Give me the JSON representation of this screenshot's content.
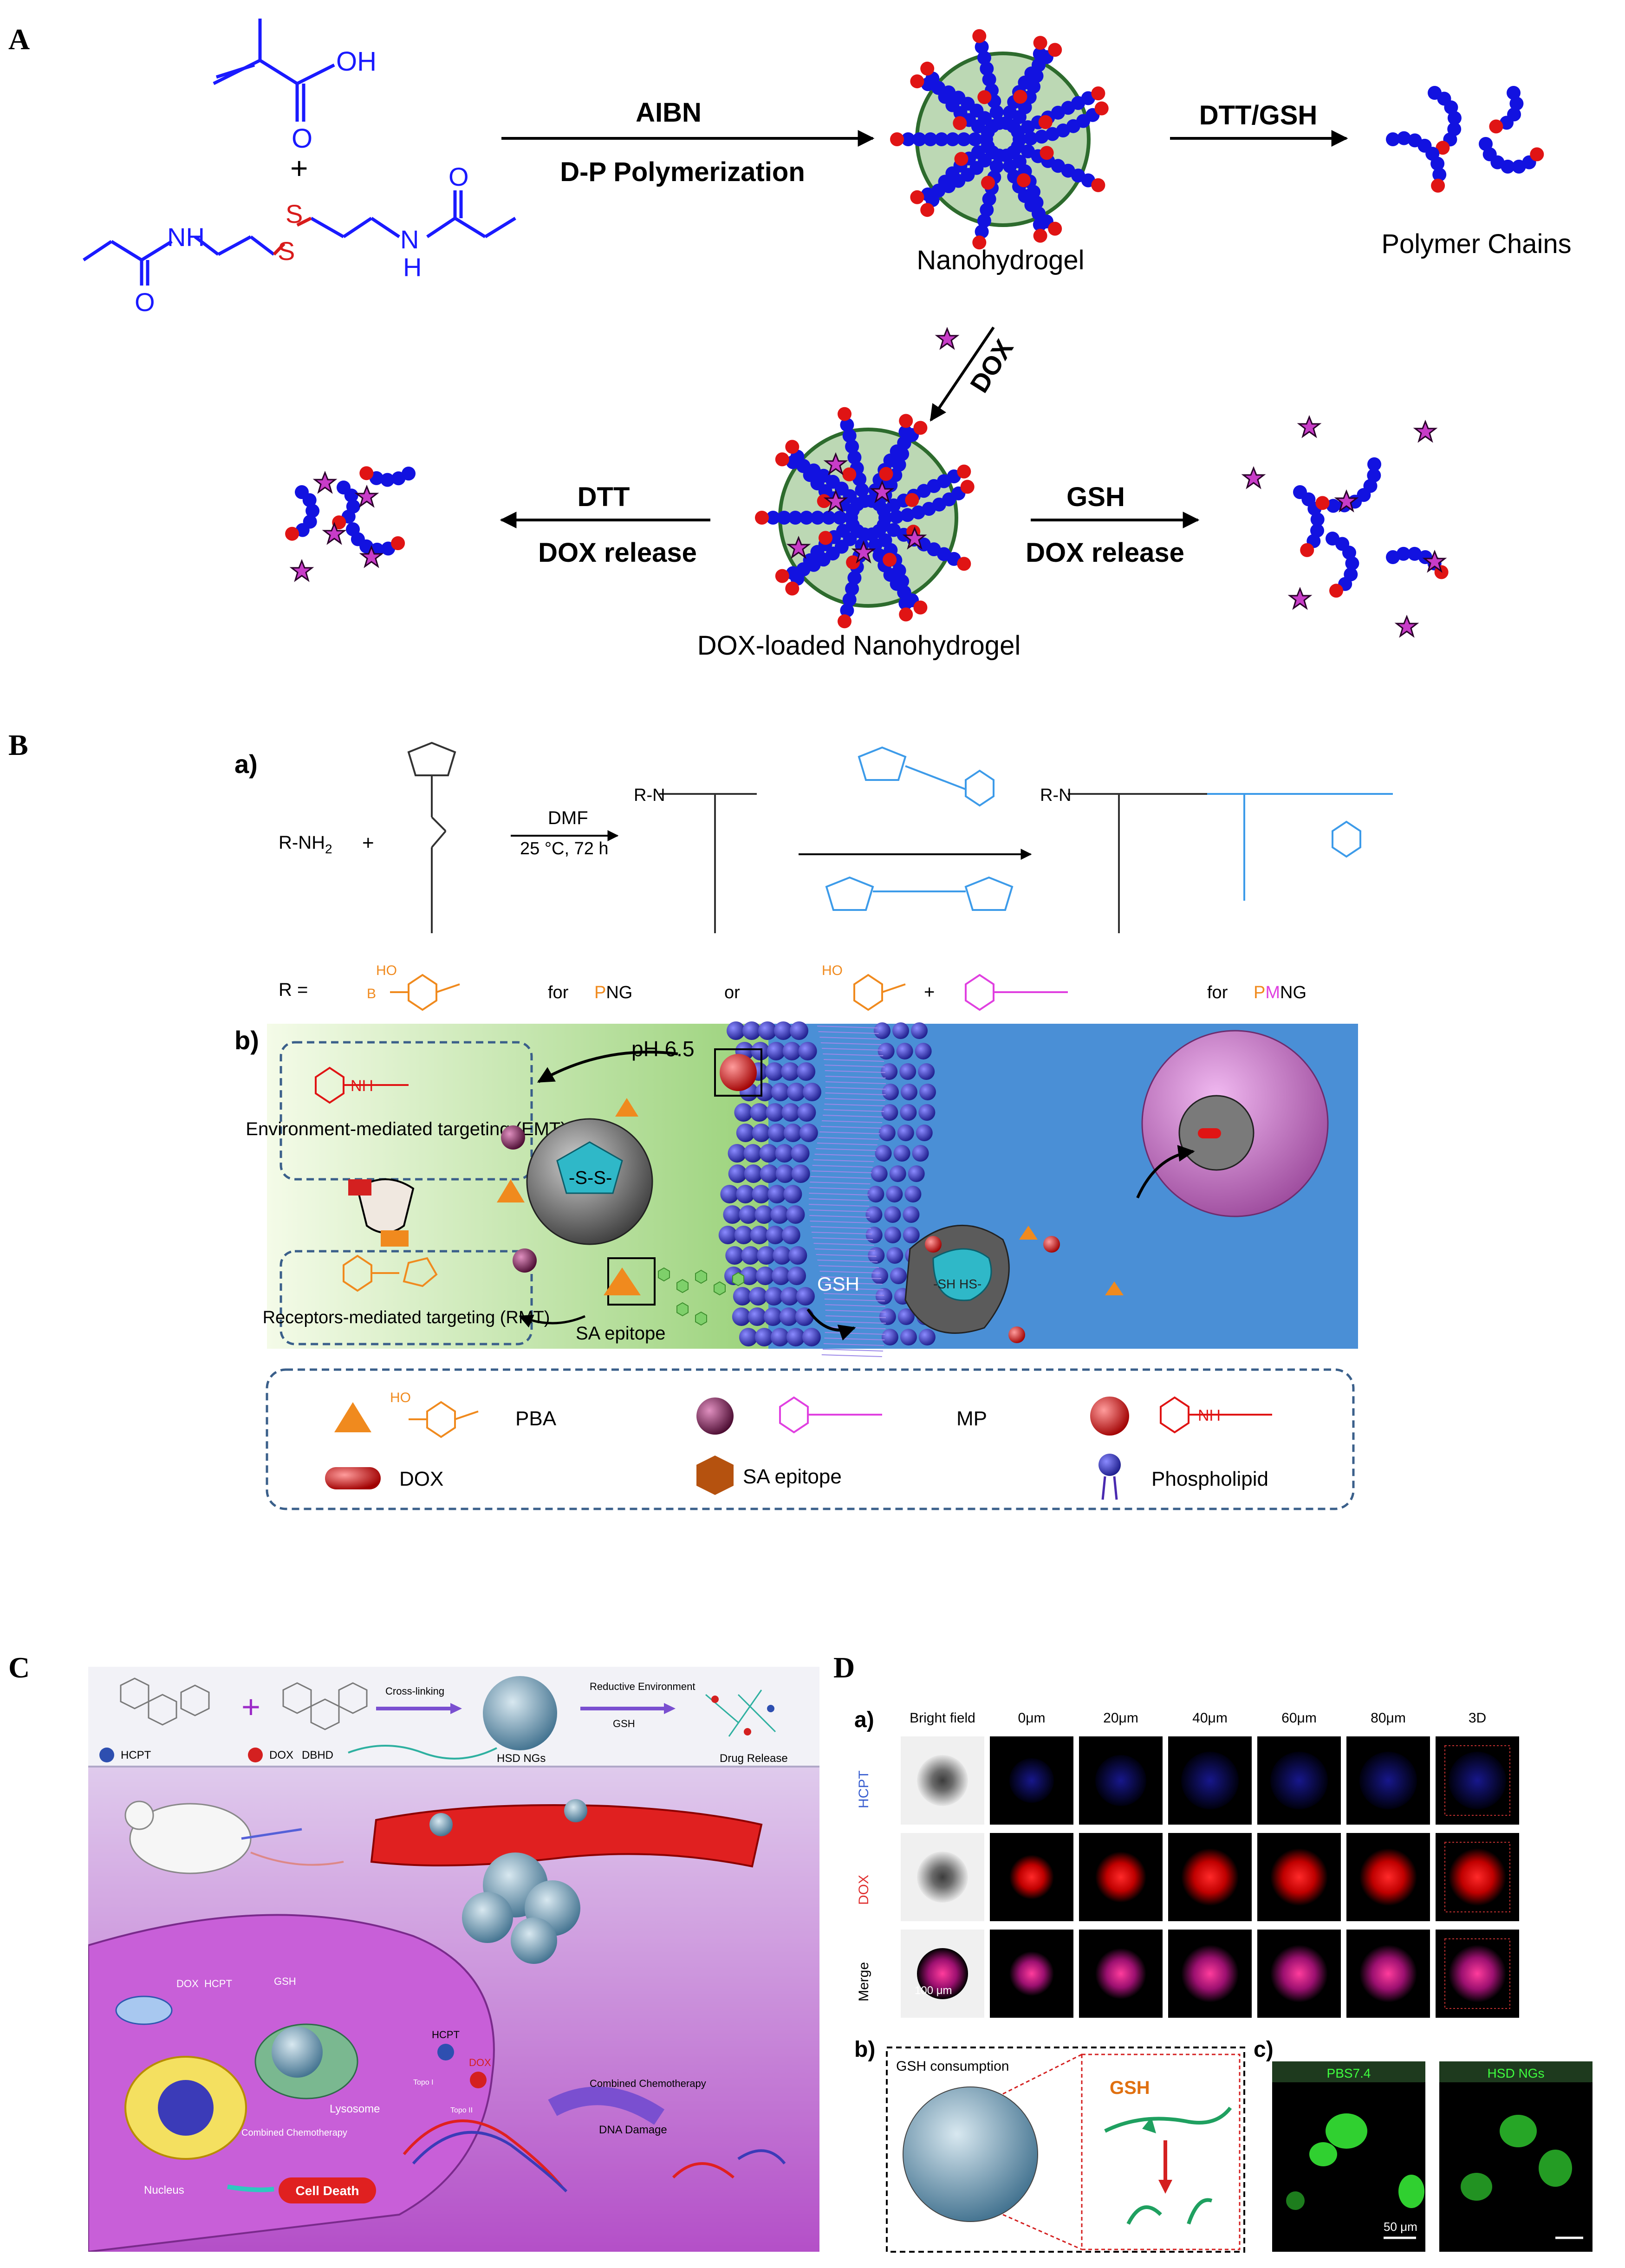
{
  "panels": {
    "A": {
      "label": "A",
      "chem_oh": "OH",
      "chem_o": "O",
      "chem_nh": "NH",
      "chem_n": "N",
      "chem_h": "H",
      "chem_s": "S",
      "plus": "+",
      "reagent": "AIBN",
      "process": "D-P Polymerization",
      "nanohydrogel": "Nanohydrogel",
      "reductant": "DTT/GSH",
      "polymer_chains": "Polymer Chains",
      "dox": "DOX",
      "dox_loaded": "DOX-loaded Nanohydrogel",
      "dtt": "DTT",
      "gsh": "GSH",
      "dox_release": "DOX release"
    },
    "B": {
      "label": "B",
      "sub_a": "a)",
      "sub_b": "b)",
      "r_nh2": "R-NH",
      "r_nh2_sub": "2",
      "plus": "+",
      "dmf": "DMF",
      "conditions": "25 °C, 72 h",
      "r_equals": "R =",
      "for": "for",
      "png_p": "P",
      "png_ng": "NG",
      "or": "or",
      "pmng_p": "P",
      "pmng_m": "M",
      "pmng_ng": "NG",
      "ph": "pH 6.5",
      "emt": "Environment-mediated targeting (EMT)",
      "rmt": "Receptors-mediated targeting (RMT)",
      "sa_epitope": "SA epitope",
      "gsh": "GSH",
      "ss": "-S-S-",
      "sh": "-SH HS-",
      "legend": {
        "pba": "PBA",
        "mp": "MP",
        "dox": "DOX",
        "sa": "SA epitope",
        "phospholipid": "Phospholipid"
      }
    },
    "C": {
      "label": "C",
      "crosslinking": "Cross-linking",
      "reductive": "Reductive Environment",
      "gsh": "GSH",
      "hcpt": "HCPT",
      "dox": "DOX",
      "dbhd": "DBHD",
      "hsd_ngs": "HSD NGs",
      "drug_release": "Drug Release",
      "topo1": "Topo I",
      "topo2": "Topo II",
      "combined": "Combined Chemotherapy",
      "dna_damage": "DNA Damage",
      "nucleus": "Nucleus",
      "lysosome": "Lysosome",
      "cell_death": "Cell Death"
    },
    "D": {
      "label": "D",
      "sub_a": "a)",
      "sub_b": "b)",
      "sub_c": "c)",
      "columns": [
        "Bright field",
        "0μm",
        "20μm",
        "40μm",
        "60μm",
        "80μm",
        "3D"
      ],
      "rows": [
        "HCPT",
        "DOX",
        "Merge"
      ],
      "scale_a": "100 μm",
      "gsh_consumption": "GSH consumption",
      "gsh": "GSH",
      "pbs": "PBS7.4",
      "hsd_ngs": "HSD NGs",
      "scale_c": "50 μm"
    }
  },
  "colors": {
    "blue_chem": "#1a1aff",
    "red_chem": "#d81b1b",
    "orange": "#f08a1e",
    "magenta": "#e040e0",
    "cyan_chem": "#3d9be9",
    "bead_blue": "#1212e0",
    "bead_red": "#e01414",
    "star": "#c83cc8",
    "core_green": "#bcd8b4",
    "membrane": "#3b3bb8",
    "cell_bg": "#4a8fd6"
  }
}
